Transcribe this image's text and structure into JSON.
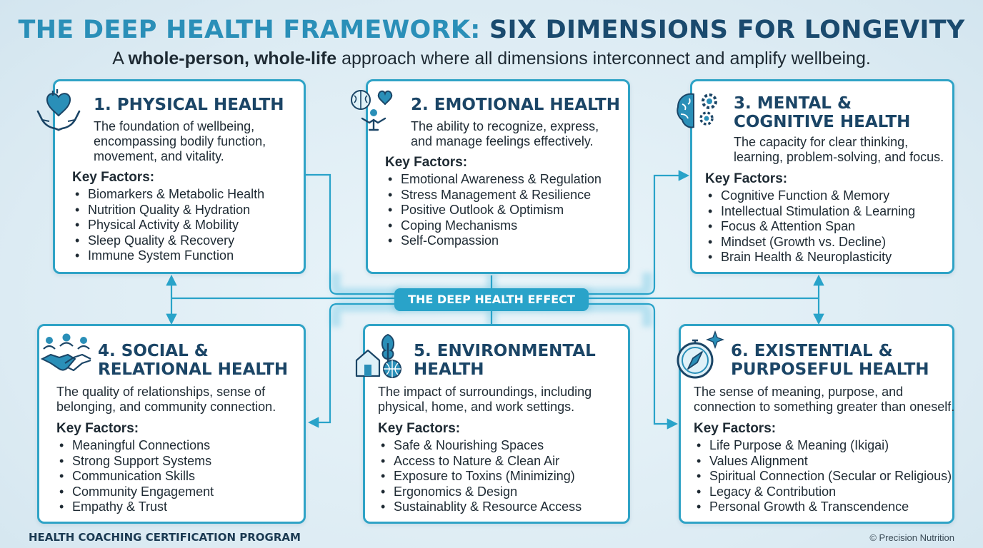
{
  "header": {
    "title_part1": "THE DEEP HEALTH FRAMEWORK:",
    "title_part2": "SIX DIMENSIONS FOR LONGEVITY",
    "subtitle_pre": "A",
    "subtitle_bold": "whole-person, whole-life",
    "subtitle_post": "approach where all dimensions interconnect and amplify wellbeing."
  },
  "center_badge": "THE DEEP HEALTH EFFECT",
  "key_factors_label": "Key Factors:",
  "dimensions": [
    {
      "title_lines": [
        "1. PHYSICAL HEALTH"
      ],
      "icon": "heart-in-hands-icon",
      "desc_lines": [
        "The foundation of wellbeing,",
        "encompassing bodily function,",
        "movement, and vitality."
      ],
      "factors": [
        "Biomarkers & Metabolic Health",
        "Nutrition Quality & Hydration",
        "Physical Activity & Mobility",
        "Sleep Quality & Recovery",
        "Immune System Function"
      ]
    },
    {
      "title_lines": [
        "2. EMOTIONAL HEALTH"
      ],
      "icon": "brain-heart-person-icon",
      "desc_lines": [
        "The ability to recognize, express,",
        "and manage feelings effectively."
      ],
      "factors": [
        "Emotional Awareness & Regulation",
        "Stress Management & Resilience",
        "Positive Outlook & Optimism",
        "Coping Mechanisms",
        "Self-Compassion"
      ]
    },
    {
      "title_lines": [
        "3. MENTAL &",
        "COGNITIVE HEALTH"
      ],
      "icon": "brain-gears-icon",
      "desc_lines": [
        "The capacity for clear thinking,",
        "learning, problem-solving, and focus."
      ],
      "factors": [
        "Cognitive Function & Memory",
        "Intellectual Stimulation & Learning",
        "Focus & Attention Span",
        "Mindset (Growth vs. Decline)",
        "Brain Health & Neuroplasticity"
      ]
    },
    {
      "title_lines": [
        "4. SOCIAL &",
        "RELATIONAL HEALTH"
      ],
      "icon": "handshake-community-icon",
      "desc_lines": [
        "The quality of relationships, sense of",
        "belonging, and community connection."
      ],
      "factors": [
        "Meaningful Connections",
        "Strong Support Systems",
        "Communication Skills",
        "Community Engagement",
        "Empathy & Trust"
      ]
    },
    {
      "title_lines": [
        "5. ENVIRONMENTAL",
        "HEALTH"
      ],
      "icon": "house-tree-globe-icon",
      "desc_lines": [
        "The impact of surroundings, including",
        "physical, home, and work settings."
      ],
      "factors": [
        "Safe & Nourishing Spaces",
        "Access to Nature & Clean Air",
        "Exposure to Toxins (Minimizing)",
        "Ergonomics & Design",
        "Sustainablity & Resource Access"
      ]
    },
    {
      "title_lines": [
        "6. EXISTENTIAL &",
        "PURPOSEFUL HEALTH"
      ],
      "icon": "compass-sparkle-icon",
      "desc_lines": [
        "The sense of meaning, purpose, and",
        "connection to something greater than oneself."
      ],
      "factors": [
        "Life Purpose & Meaning (Ikigai)",
        "Values Alignment",
        "Spiritual Connection (Secular or Religious)",
        "Legacy & Contribution",
        "Personal Growth & Transcendence"
      ]
    }
  ],
  "footer": {
    "left": "HEALTH COACHING CERTIFICATION PROGRAM",
    "right": "© Precision Nutrition"
  },
  "colors": {
    "accent": "#2fa3c6",
    "title_dark": "#1a4a6e",
    "title_light": "#2a8fb8",
    "text": "#1e2a33"
  }
}
